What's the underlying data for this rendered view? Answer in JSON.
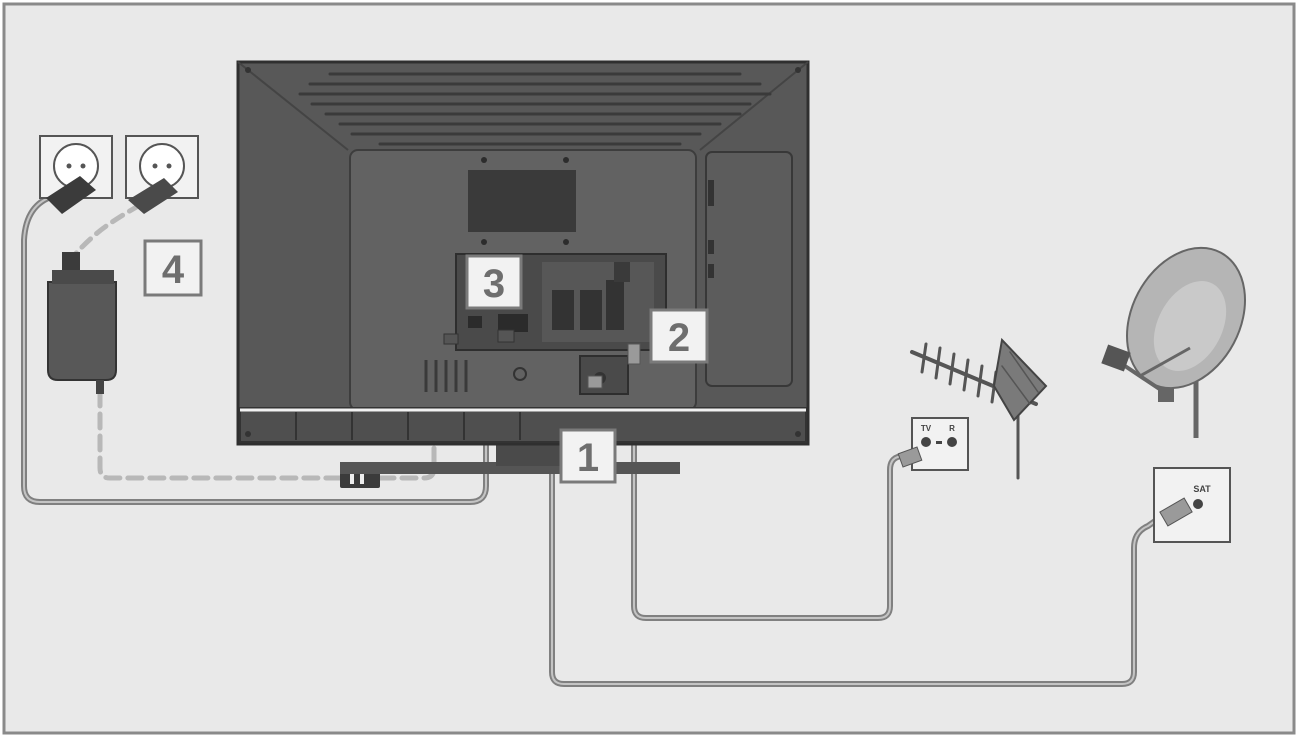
{
  "colors": {
    "background": "#e9e9e9",
    "frame": "#8a8a8a",
    "tv_body": "#585858",
    "tv_dark": "#3b3b3b",
    "cable": "#9a9a9a",
    "badge_fill": "#f2f2f2",
    "badge_text": "#6e6e6e"
  },
  "labels": {
    "step1": "1",
    "step2": "2",
    "step3": "3",
    "step4": "4"
  },
  "wall_plate": {
    "tv_label": "TV",
    "radio_label": "R",
    "sat_label": "SAT"
  }
}
